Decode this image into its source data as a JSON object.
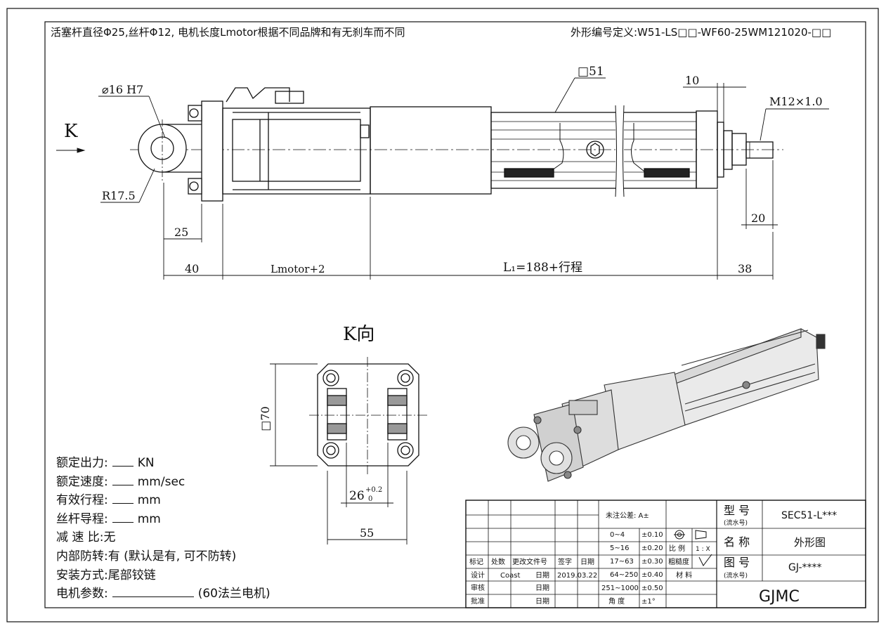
{
  "header": {
    "note": "活塞杆直径Φ25,丝杆Φ12, 电机长度Lmotor根据不同品牌和有无刹车而不同",
    "code_def": "外形编号定义:W51-LS□□-WF60-25WM121020-□□"
  },
  "dims": {
    "bore": "⌀16 H7",
    "radius": "R17.5",
    "k_label": "K",
    "sq51": "□51",
    "d10": "10",
    "thread": "M12×1.0",
    "d20": "20",
    "d25": "25",
    "d40": "40",
    "lmotor": "Lmotor+2",
    "l1": "L₁=188+行程",
    "d38": "38"
  },
  "kview": {
    "title": "K向",
    "sq70": "□70",
    "d26": "26",
    "tol_upper": "+0.2",
    "tol_lower": "0",
    "d55": "55"
  },
  "specs": [
    {
      "label": "额定出力:",
      "unit": "KN"
    },
    {
      "label": "额定速度:",
      "unit": "mm/sec"
    },
    {
      "label": "有效行程:",
      "unit": "mm"
    },
    {
      "label": "丝杆导程:",
      "unit": "mm"
    },
    {
      "label": "减 速 比:",
      "value": "无"
    },
    {
      "label": "内部防转:",
      "value": "有 (默认是有, 可不防转)"
    },
    {
      "label": "安装方式:",
      "value": "尾部铰链"
    },
    {
      "label": "电机参数:",
      "unit": "(60法兰电机)"
    }
  ],
  "title_block": {
    "tolerance_title": "未注公差: A±",
    "tolerances": [
      {
        "range": "0~4",
        "tol": "±0.10"
      },
      {
        "range": "5~16",
        "tol": "±0.20"
      },
      {
        "range": "17~63",
        "tol": "±0.30"
      },
      {
        "range": "64~250",
        "tol": "±0.40"
      },
      {
        "range": "251~1000",
        "tol": "±0.50"
      },
      {
        "range": "角 度",
        "tol": "±1°"
      }
    ],
    "scale_label": "比 例",
    "scale_value": "1 : X",
    "roughness_label": "粗糙度",
    "material_label": "材 料",
    "rev_headers": [
      "标记",
      "处数",
      "更改文件号",
      "签字",
      "日期"
    ],
    "design_label": "设计",
    "designer": "Coast",
    "review_label": "审核",
    "approve_label": "批准",
    "date_label": "日期",
    "design_date": "2019.03.22",
    "model_label": "型 号",
    "serial_note": "(流水号)",
    "model_value": "SEC51-L***",
    "name_label": "名 称",
    "name_value": "外形图",
    "drawing_label": "图 号",
    "drawing_value": "GJ-****",
    "company": "GJMC"
  }
}
